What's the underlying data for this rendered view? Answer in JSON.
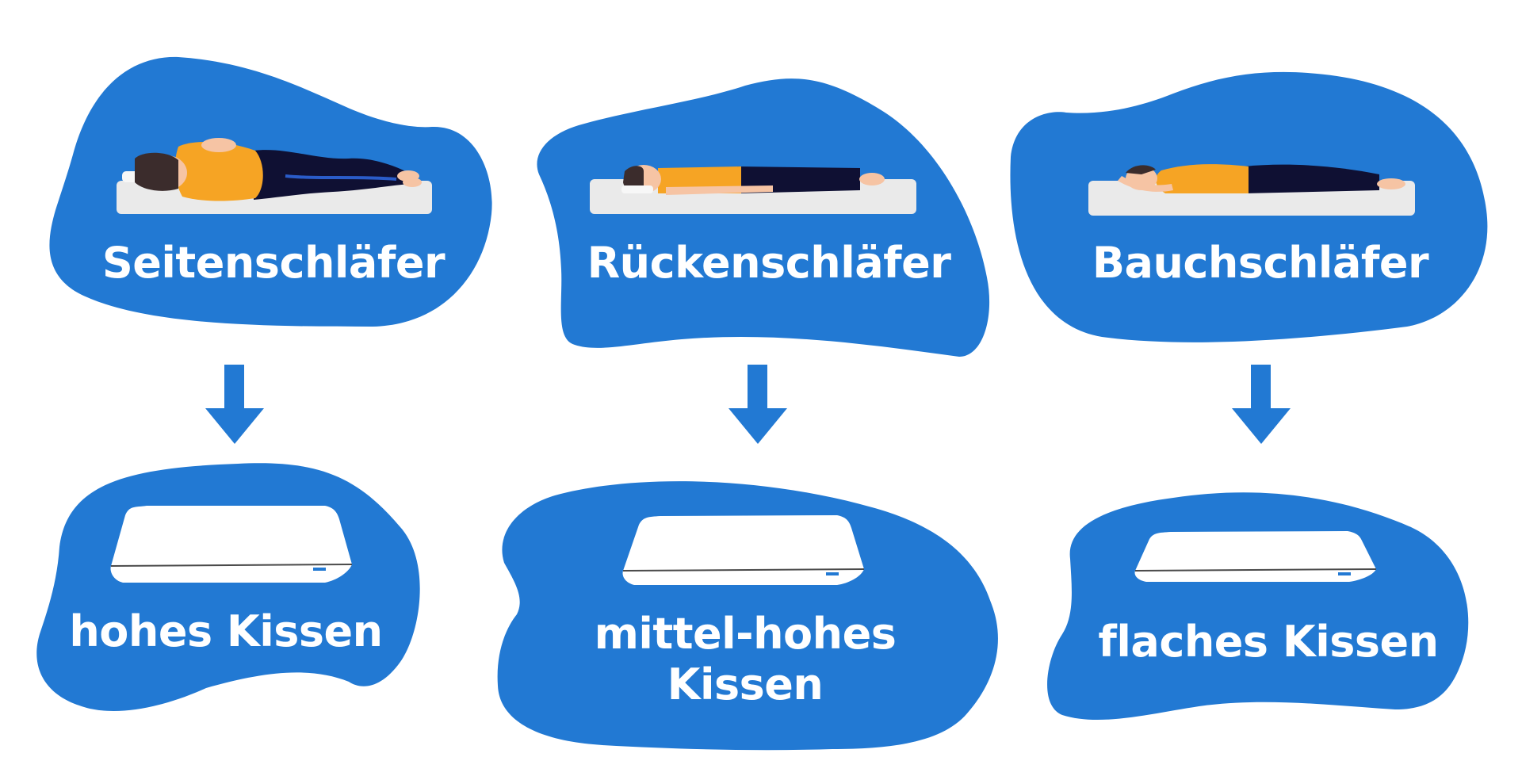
{
  "colors": {
    "blob": "#2279d3",
    "arrow": "#2279d3",
    "text": "#ffffff",
    "mattress": "#eaeaea",
    "shirt": "#f6a424",
    "pants": "#0f1033",
    "skin": "#f6c4a4",
    "hair": "#3b2c2c",
    "pillow": "#ffffff"
  },
  "sleepers": [
    {
      "label": "Seitenschläfer",
      "icon": "side-sleeper-icon"
    },
    {
      "label": "Rückenschläfer",
      "icon": "back-sleeper-icon"
    },
    {
      "label": "Bauchschläfer",
      "icon": "stomach-sleeper-icon"
    }
  ],
  "pillows": [
    {
      "line1": "hohes Kissen",
      "line2": "",
      "icon": "high-pillow-icon",
      "level": "high"
    },
    {
      "line1": "mittel-hohes",
      "line2": "Kissen",
      "icon": "medium-pillow-icon",
      "level": "medium"
    },
    {
      "line1": "flaches Kissen",
      "line2": "",
      "icon": "flat-pillow-icon",
      "level": "flat"
    }
  ]
}
